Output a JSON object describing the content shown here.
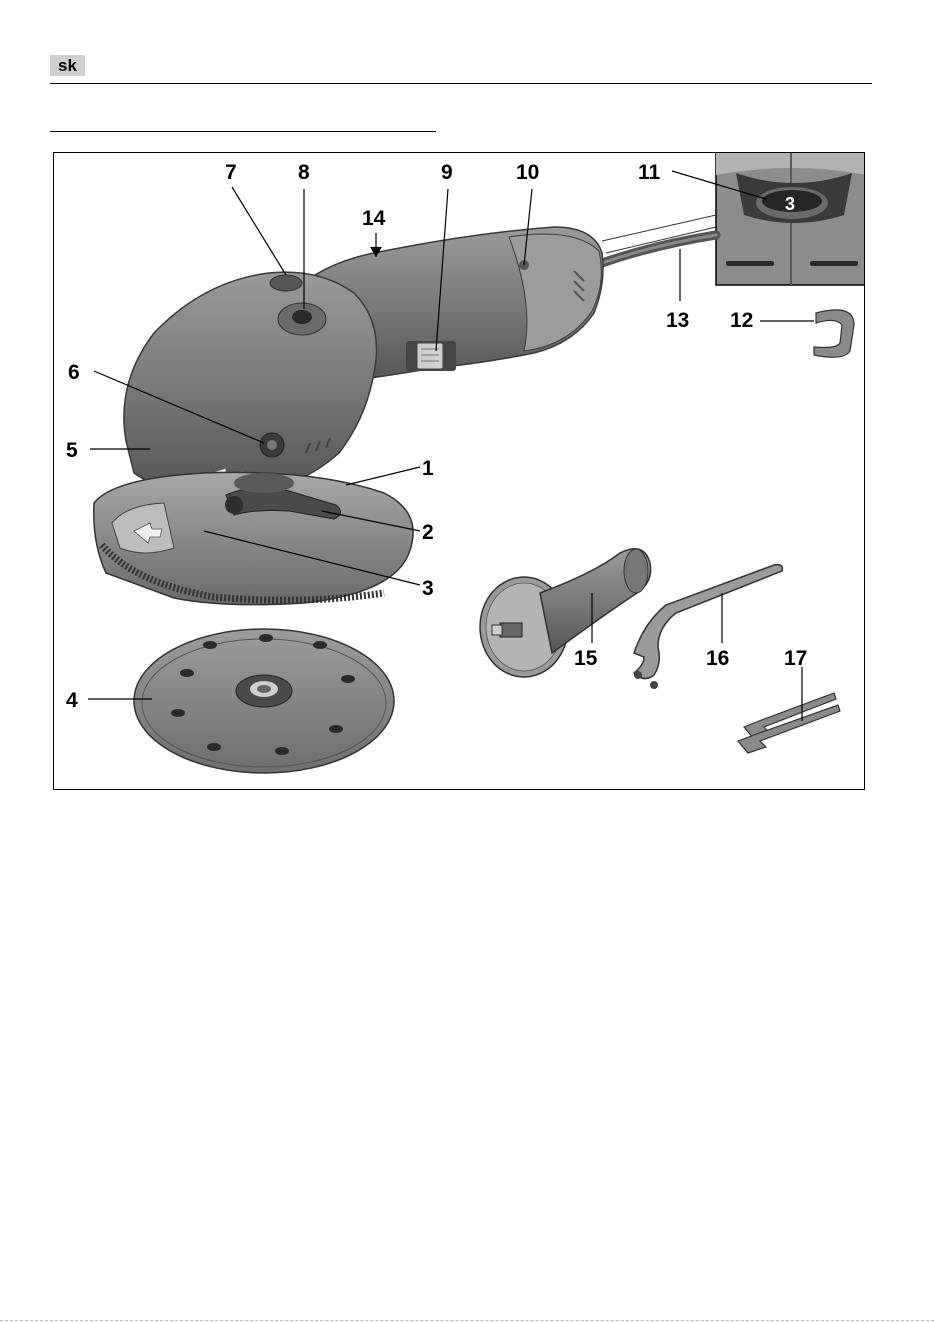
{
  "header": {
    "language_code": "sk"
  },
  "figure": {
    "callouts": {
      "c1": "1",
      "c2": "2",
      "c3": "3",
      "c4": "4",
      "c5": "5",
      "c6": "6",
      "c7": "7",
      "c8": "8",
      "c9": "9",
      "c10": "10",
      "c11": "11",
      "c12": "12",
      "c13": "13",
      "c14": "14",
      "c15": "15",
      "c16": "16",
      "c17": "17"
    },
    "speed_dial_value": "3"
  }
}
